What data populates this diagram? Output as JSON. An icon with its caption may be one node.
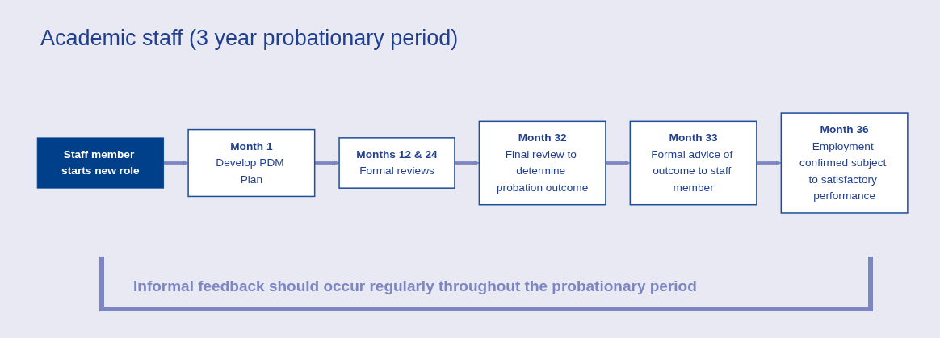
{
  "diagram": {
    "title": "Academic staff (3 year probationary period)",
    "nodes": [
      {
        "text": [
          "Staff member starts new role"
        ]
      },
      {
        "text": [
          "Month 1",
          "Develop PDM Plan"
        ]
      },
      {
        "text": [
          "Months 12 & 24",
          "Formal reviews"
        ]
      },
      {
        "text": [
          "Month 32",
          "Final review to determine probation outcome"
        ]
      },
      {
        "text": [
          "Month 33",
          "Formal advice of outcome to staff member"
        ]
      },
      {
        "text": [
          "Month 36",
          "Employment confirmed subject to satisfactory performance"
        ]
      }
    ],
    "edges": [
      {
        "from": 0,
        "to": 1,
        "arrow": "to"
      },
      {
        "from": 1,
        "to": 2,
        "arrow": "to"
      },
      {
        "from": 2,
        "to": 3,
        "arrow": "to"
      },
      {
        "from": 3,
        "to": 4,
        "arrow": "to"
      },
      {
        "from": 4,
        "to": 5,
        "arrow": "to"
      }
    ],
    "labels": [
      "Informal feedback should occur regularly throughout the probationary period"
    ]
  }
}
